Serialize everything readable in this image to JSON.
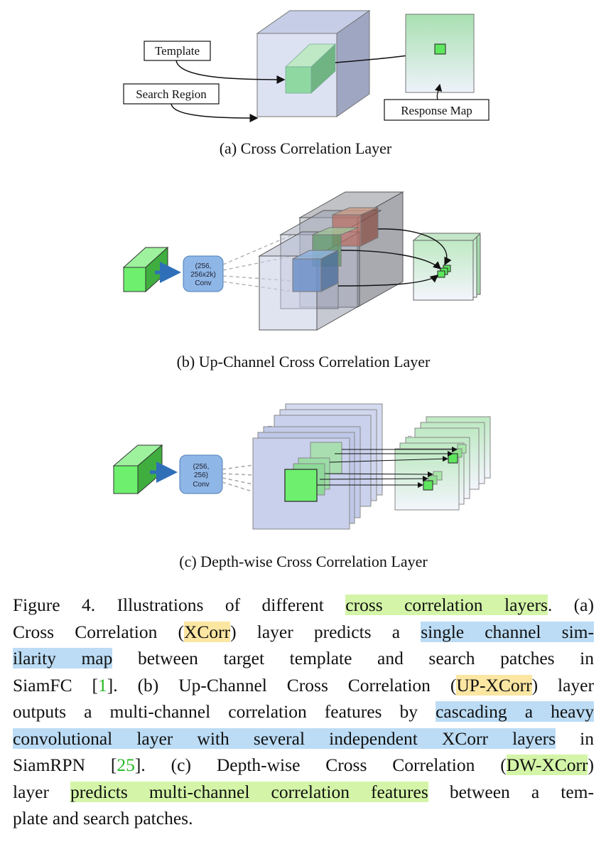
{
  "panel_a": {
    "template_label": "Template",
    "search_label": "Search Region",
    "response_label": "Response Map",
    "caption": "(a)  Cross Correlation Layer"
  },
  "panel_b": {
    "conv_line1": "(256,",
    "conv_line2": "256x2k)",
    "conv_line3": "Conv",
    "caption": "(b)  Up-Channel Cross Correlation Layer"
  },
  "panel_c": {
    "conv_line1": "(256,",
    "conv_line2": "256)",
    "conv_line3": "Conv",
    "dots": "..",
    "caption": "(c)  Depth-wise Cross Correlation Layer"
  },
  "caption_text": {
    "l1_a": "Figure 4. Illustrations of different ",
    "l1_hl": "cross correlation layers",
    "l1_b": ".  (a)",
    "l2_a": "Cross Correlation (",
    "l2_hl1": "XCorr",
    "l2_b": ") layer predicts a ",
    "l2_hl2": "single channel sim-",
    "l3_hl": "ilarity map",
    "l3_b": " between target template and search patches in",
    "l4_a": "SiamFC [",
    "l4_ref": "1",
    "l4_b": "]. (b) Up-Channel Cross Correlation (",
    "l4_hl": "UP-XCorr",
    "l4_c": ") layer",
    "l5_a": "outputs a multi-channel correlation features by ",
    "l5_hl": "cascading a heavy",
    "l6_hl": "convolutional layer with several independent XCorr layers",
    "l6_b": " in",
    "l7_a": "SiamRPN [",
    "l7_ref": "25",
    "l7_b": "].  (c) Depth-wise Cross Correlation (",
    "l7_hl": "DW-XCorr",
    "l7_c": ")",
    "l8_a": "layer ",
    "l8_hl": "predicts multi-channel correlation features",
    "l8_b": " between a tem-",
    "l9": "plate and search patches."
  }
}
